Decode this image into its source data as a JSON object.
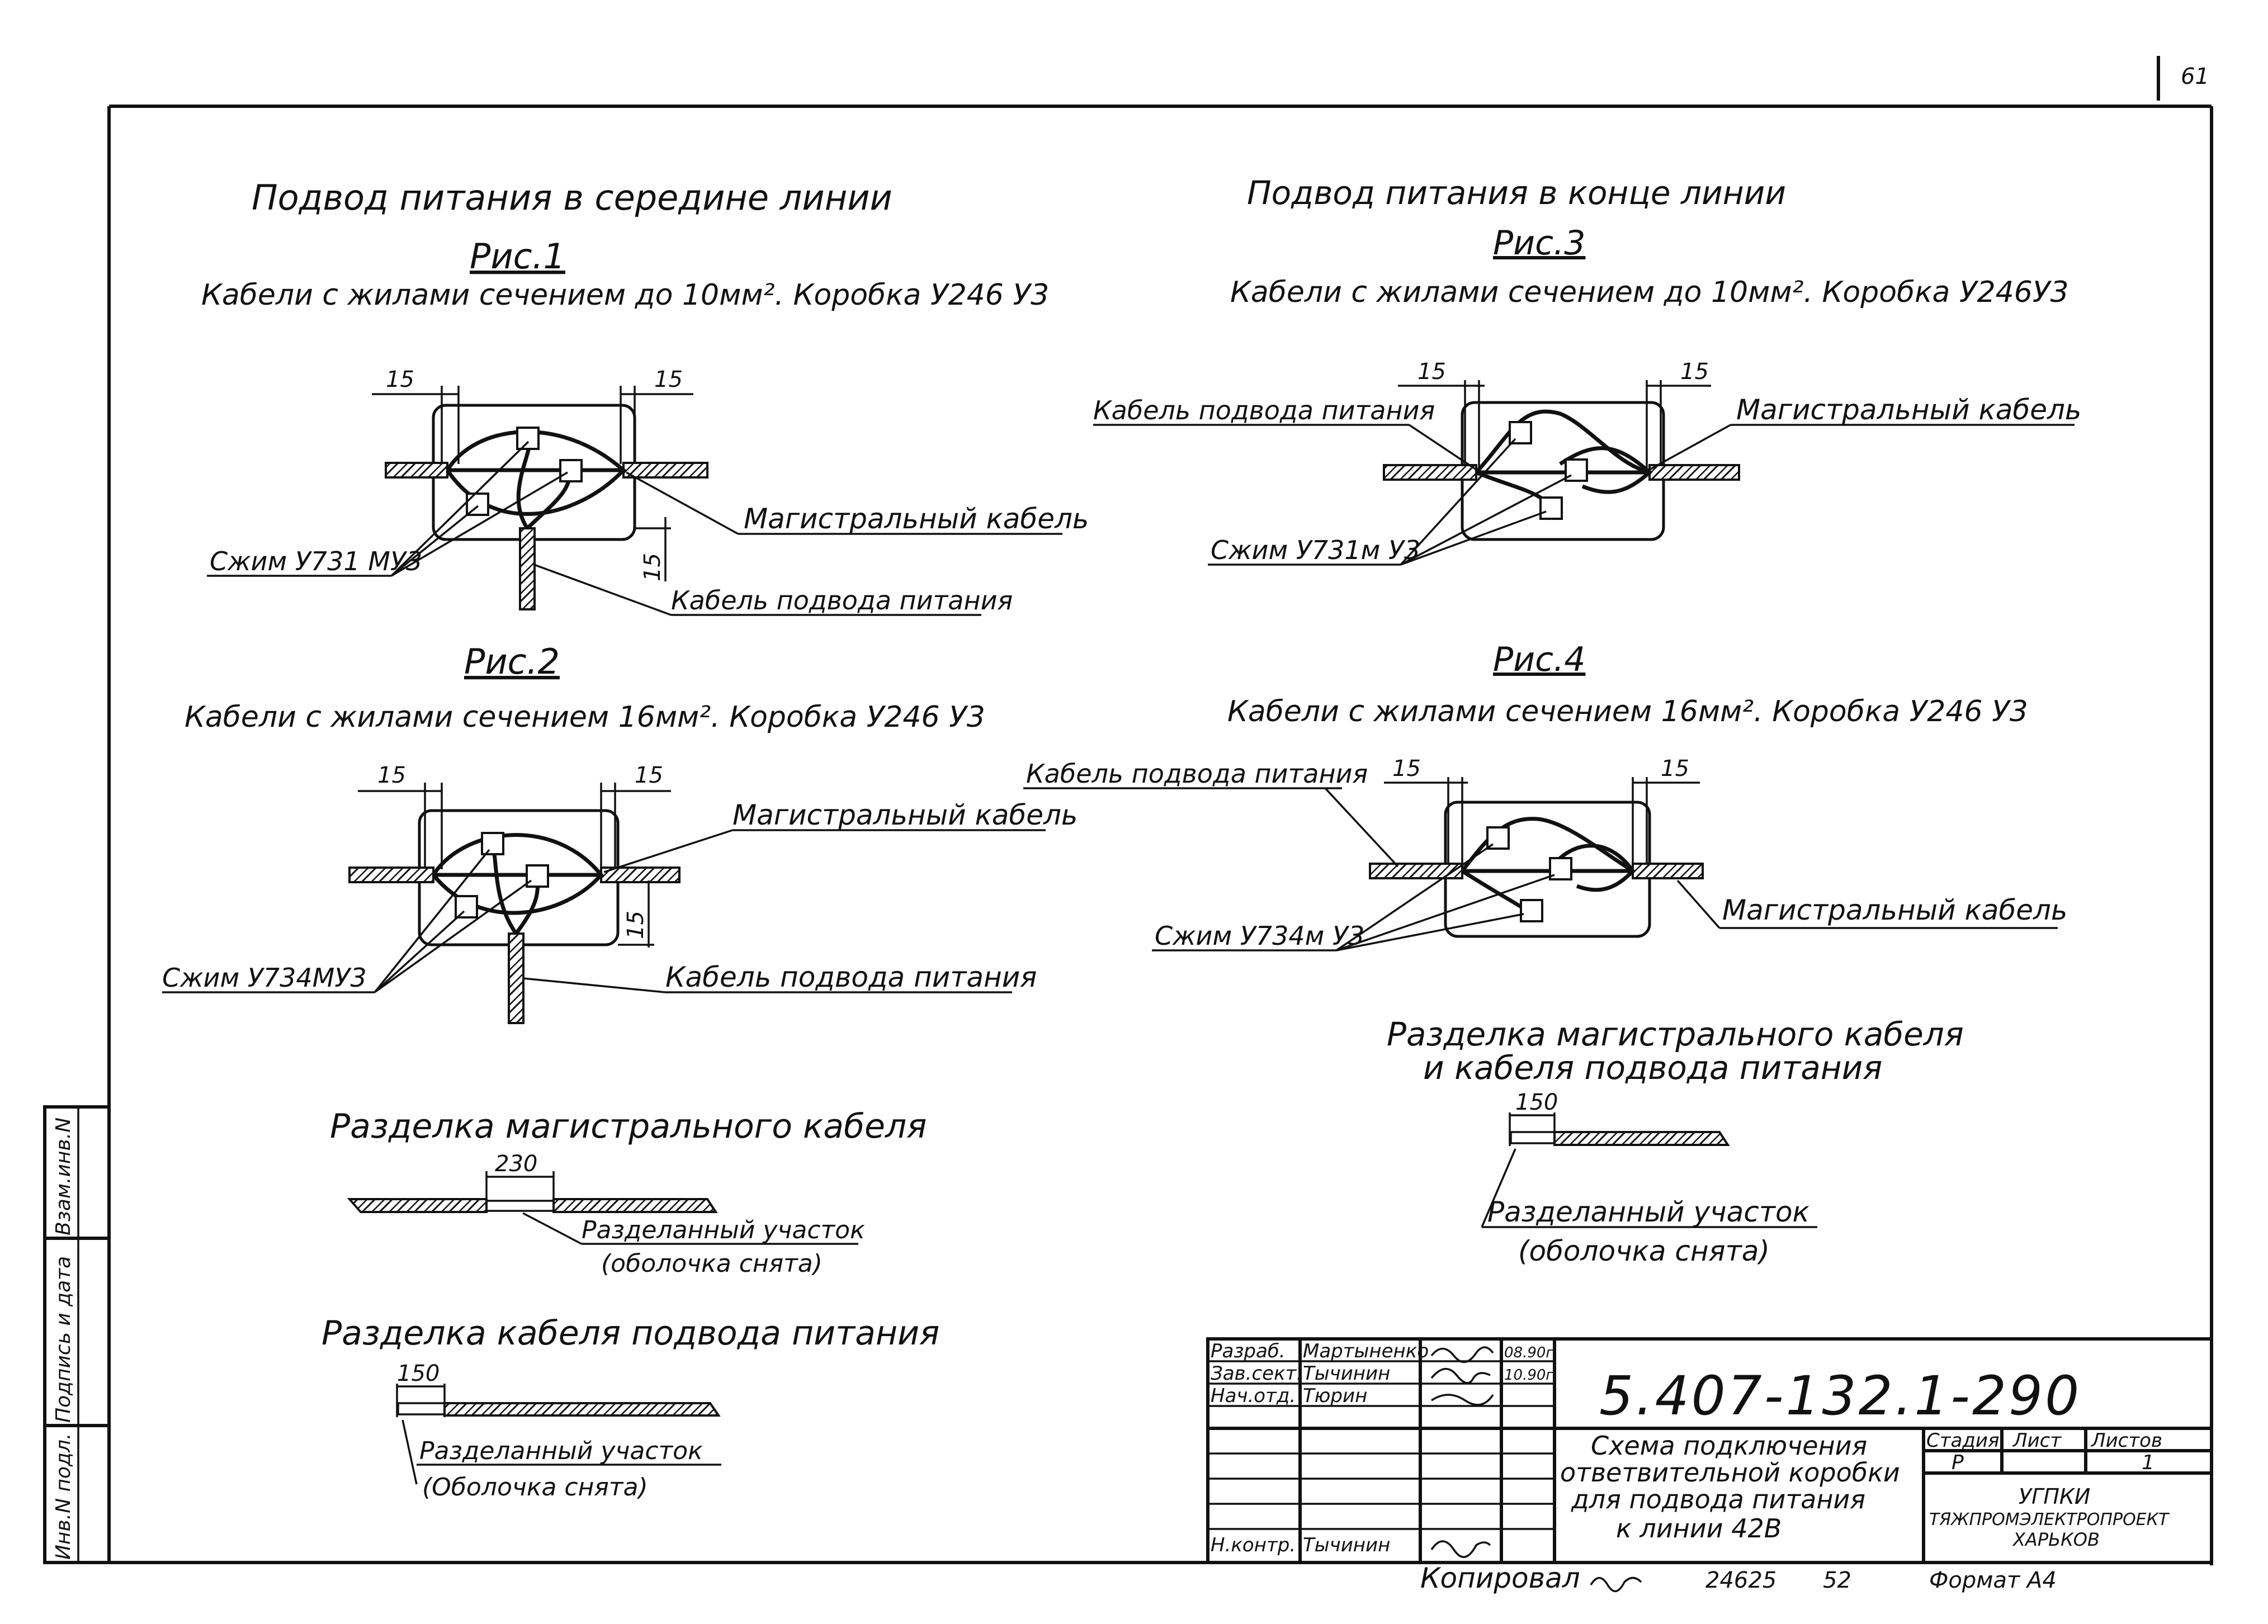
{
  "page_number": "61",
  "left": {
    "heading": "Подвод питания в середине линии",
    "fig1": {
      "title": "Рис.1",
      "caption": "Кабели с жилами сечением до 10мм². Коробка У246 У3",
      "dim_left": "15",
      "dim_right": "15",
      "dim_vertical": "15",
      "label_main": "Магистральный кабель",
      "label_clamp": "Сжим У731 МУ3",
      "label_feed": "Кабель подвода питания"
    },
    "fig2": {
      "title": "Рис.2",
      "caption": "Кабели с жилами сечением 16мм². Коробка У246 У3",
      "dim_left": "15",
      "dim_right": "15",
      "dim_vertical": "15",
      "label_main": "Магистральный кабель",
      "label_clamp": "Сжим У734МУ3",
      "label_feed": "Кабель подвода питания"
    },
    "strip_main": {
      "title": "Разделка магистрального кабеля",
      "dim": "230",
      "label_1": "Разделанный участок",
      "label_2": "(оболочка снята)"
    },
    "strip_feed": {
      "title": "Разделка кабеля подвода питания",
      "dim": "150",
      "label_1": "Разделанный участок",
      "label_2": "(Оболочка снята)"
    }
  },
  "right": {
    "heading": "Подвод питания в конце линии",
    "fig3": {
      "title": "Рис.3",
      "caption": "Кабели с жилами сечением до 10мм². Коробка У246У3",
      "dim_left": "15",
      "dim_right": "15",
      "label_feed": "Кабель подвода питания",
      "label_main": "Магистральный кабель",
      "label_clamp": "Сжим У731м У3"
    },
    "fig4": {
      "title": "Рис.4",
      "caption": "Кабели с жилами сечением 16мм². Коробка У246 У3",
      "dim_left": "15",
      "dim_right": "15",
      "label_feed": "Кабель подвода питания",
      "label_main": "Магистральный кабель",
      "label_clamp": "Сжим У734м У3"
    },
    "strip": {
      "title_1": "Разделка магистрального кабеля",
      "title_2": "и кабеля подвода питания",
      "dim": "150",
      "label_1": "Разделанный участок",
      "label_2": "(оболочка снята)"
    }
  },
  "side_stamp": {
    "cell_1": "Инв.N подл.",
    "cell_2": "Подпись и дата",
    "cell_3": "Взам.инв.N"
  },
  "title_block": {
    "rows": [
      {
        "role": "Разраб.",
        "name": "Мартыненко",
        "date": "08.90г"
      },
      {
        "role": "Зав.сект.",
        "name": "Тычинин",
        "date": "10.90г"
      },
      {
        "role": "Нач.отд.",
        "name": "Тюрин",
        "date": ""
      },
      {
        "role": "Н.контр.",
        "name": "Тычинин",
        "date": ""
      }
    ],
    "doc_code": "5.407-132.1-290",
    "desc_1": "Схема подключения",
    "desc_2": "ответвительной коробки",
    "desc_3": "для подвода питания",
    "desc_4": "к линии 42В",
    "col_stage": "Стадия",
    "col_sheet": "Лист",
    "col_sheets": "Листов",
    "val_stage": "Р",
    "val_sheet": "",
    "val_sheets": "1",
    "org_1": "УГПКИ",
    "org_2": "ТЯЖПРОМЭЛЕКТРОПРОЕКТ",
    "org_3": "ХАРЬКОВ"
  },
  "footer": {
    "copied": "Копировал",
    "order": "24625",
    "num": "52",
    "format": "Формат А4"
  }
}
